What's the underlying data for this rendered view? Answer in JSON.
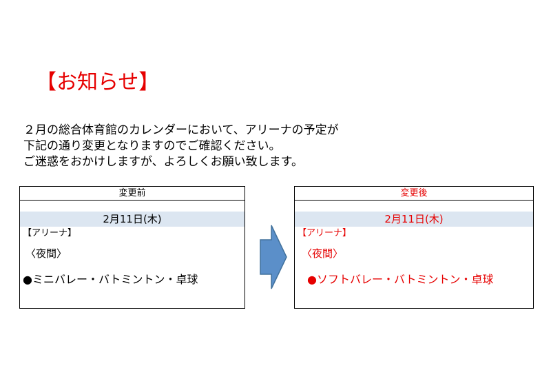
{
  "title": "【お知らせ】",
  "notice": {
    "line1": "２月の総合体育館のカレンダーにおいて、アリーナの予定が",
    "line2": "下記の通り変更となりますのでご確認ください。",
    "line3": "ご迷惑をおかけしますが、よろしくお願い致します。"
  },
  "before": {
    "header": "変更前",
    "date": "2月11日(木)",
    "venue": "【アリーナ】",
    "time": "〈夜間〉",
    "event": "●ミニバレー・バトミントン・卓球"
  },
  "after": {
    "header": "変更後",
    "date": "2月11日(木)",
    "venue": "【アリーナ】",
    "time": "〈夜間〉",
    "event": "●ソフトバレー・バトミントン・卓球"
  },
  "colors": {
    "accent_red": "#e60000",
    "date_band": "#dce6f1",
    "arrow_fill": "#5b8fc9",
    "arrow_stroke": "#41719c"
  },
  "icons": {
    "arrow": "arrow-right-icon"
  }
}
